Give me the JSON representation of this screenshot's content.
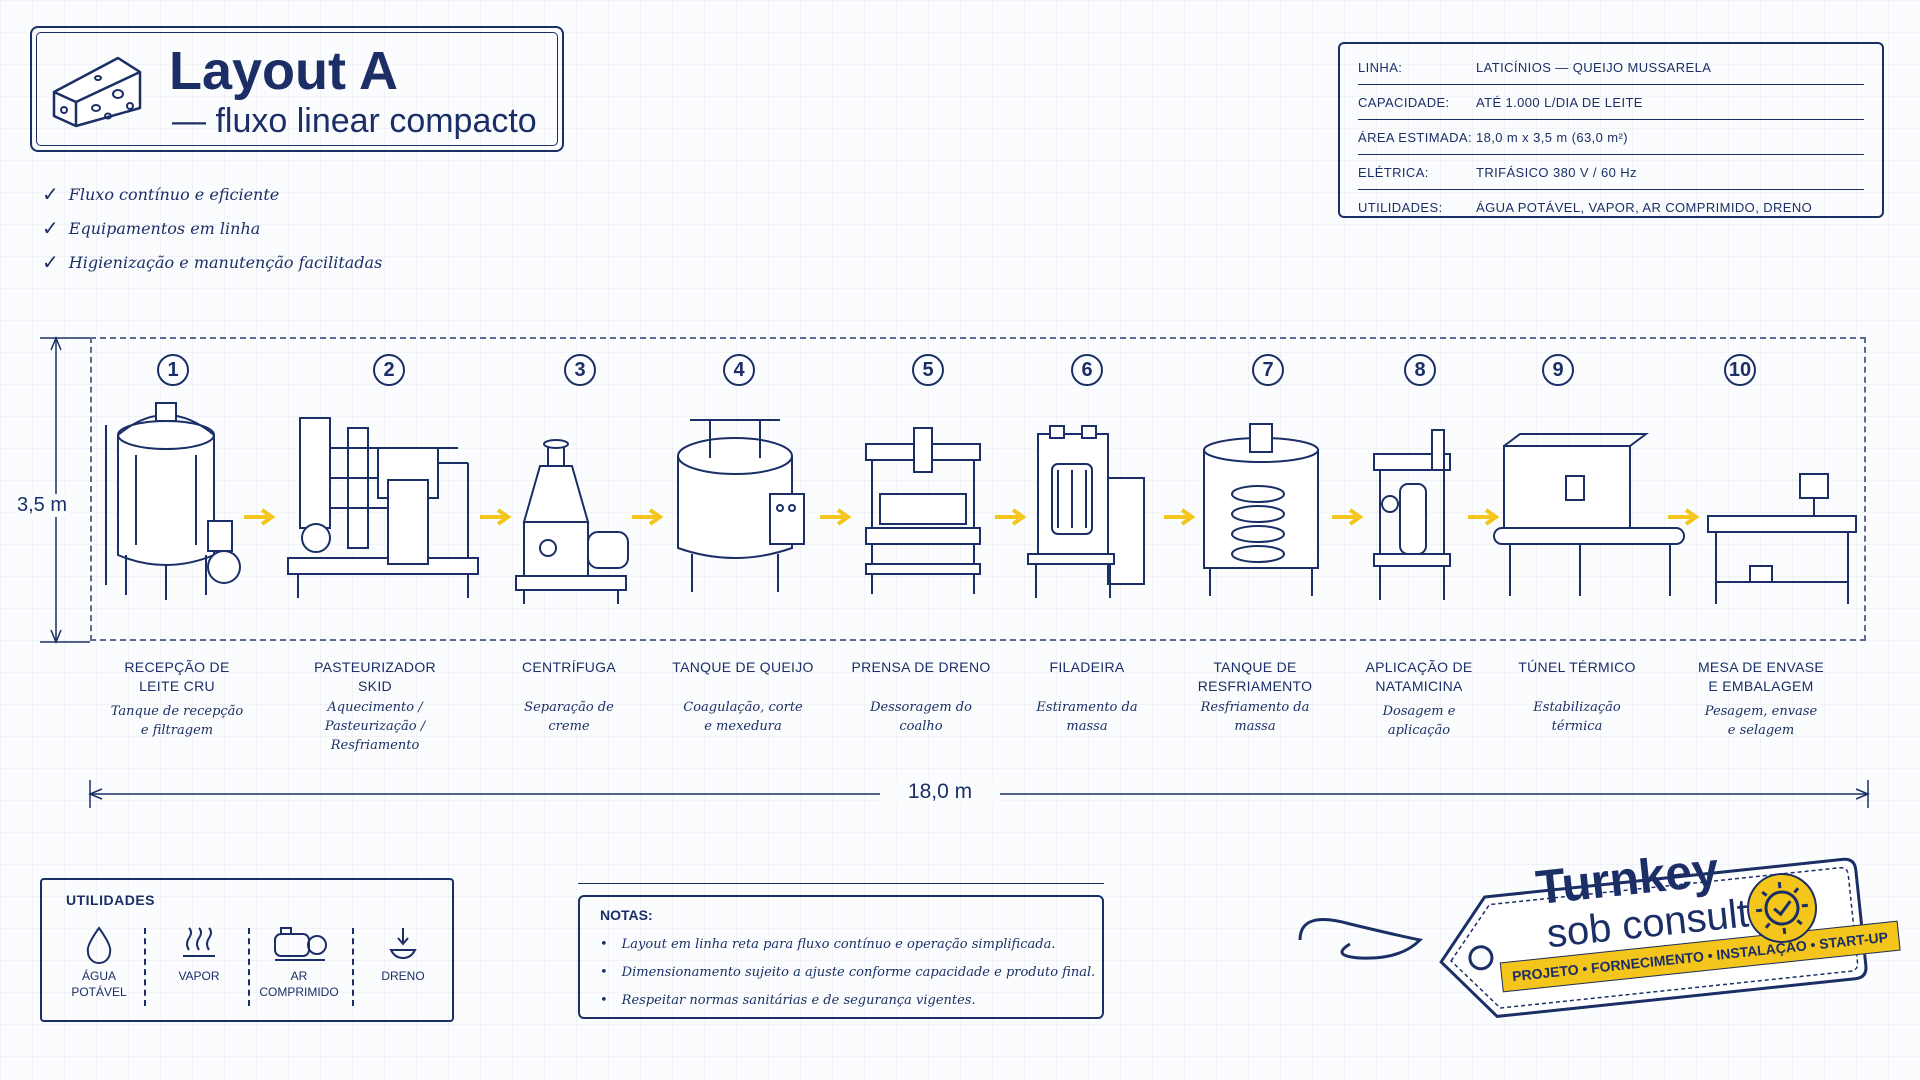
{
  "header": {
    "title": "Layout A",
    "subtitle": "— fluxo linear compacto",
    "icon": "cheese-icon"
  },
  "features": [
    "Fluxo contínuo e eficiente",
    "Equipamentos em linha",
    "Higienização e manutenção facilitadas"
  ],
  "specs": [
    {
      "key": "LINHA:",
      "value": "LATICÍNIOS — QUEIJO MUSSARELA"
    },
    {
      "key": "CAPACIDADE:",
      "value": "ATÉ 1.000 L/DIA DE LEITE"
    },
    {
      "key": "ÁREA ESTIMADA:",
      "value": "18,0 m x 3,5 m (63,0 m²)"
    },
    {
      "key": "ELÉTRICA:",
      "value": "TRIFÁSICO 380 V / 60 Hz"
    },
    {
      "key": "UTILIDADES:",
      "value": "ÁGUA POTÁVEL, VAPOR, AR COMPRIMIDO, DRENO"
    }
  ],
  "dimensions": {
    "height": "3,5 m",
    "width": "18,0 m"
  },
  "steps": [
    {
      "num": "1",
      "label": "RECEPÇÃO DE\nLEITE CRU",
      "desc": "Tanque de recepção\ne filtragem"
    },
    {
      "num": "2",
      "label": "PASTEURIZADOR\nSKID",
      "desc": "Aquecimento /\nPasteurização /\nResfriamento"
    },
    {
      "num": "3",
      "label": "CENTRÍFUGA",
      "desc": "Separação de\ncreme"
    },
    {
      "num": "4",
      "label": "TANQUE DE QUEIJO",
      "desc": "Coagulação, corte\ne mexedura"
    },
    {
      "num": "5",
      "label": "PRENSA DE DRENO",
      "desc": "Dessoragem do\ncoalho"
    },
    {
      "num": "6",
      "label": "FILADEIRA",
      "desc": "Estiramento da\nmassa"
    },
    {
      "num": "7",
      "label": "TANQUE DE RESFRIAMENTO",
      "desc": "Resfriamento da\nmassa"
    },
    {
      "num": "8",
      "label": "APLICAÇÃO DE\nNATAMICINA",
      "desc": "Dosagem e\naplicação"
    },
    {
      "num": "9",
      "label": "TÚNEL TÉRMICO",
      "desc": "Estabilização\ntérmica"
    },
    {
      "num": "10",
      "label": "MESA DE ENVASE\nE EMBALAGEM",
      "desc": "Pesagem, envase\ne selagem"
    }
  ],
  "utilities": {
    "title": "UTILIDADES",
    "items": [
      {
        "label": "ÁGUA\nPOTÁVEL",
        "icon": "water-drop-icon"
      },
      {
        "label": "VAPOR",
        "icon": "steam-icon"
      },
      {
        "label": "AR\nCOMPRIMIDO",
        "icon": "compressor-icon"
      },
      {
        "label": "DRENO",
        "icon": "drain-icon"
      }
    ]
  },
  "notes": {
    "title": "NOTAS:",
    "items": [
      "Layout em linha reta para fluxo contínuo e operação simplificada.",
      "Dimensionamento sujeito a ajuste conforme capacidade e produto final.",
      "Respeitar normas sanitárias e de segurança vigentes."
    ]
  },
  "tag": {
    "title": "Turnkey",
    "subtitle": "sob consulta",
    "strip": "PROJETO • FORNECIMENTO • INSTALAÇÃO • START-UP",
    "icon": "gear-check-icon"
  },
  "colors": {
    "ink": "#1b2f66",
    "accent": "#f4c51a"
  }
}
